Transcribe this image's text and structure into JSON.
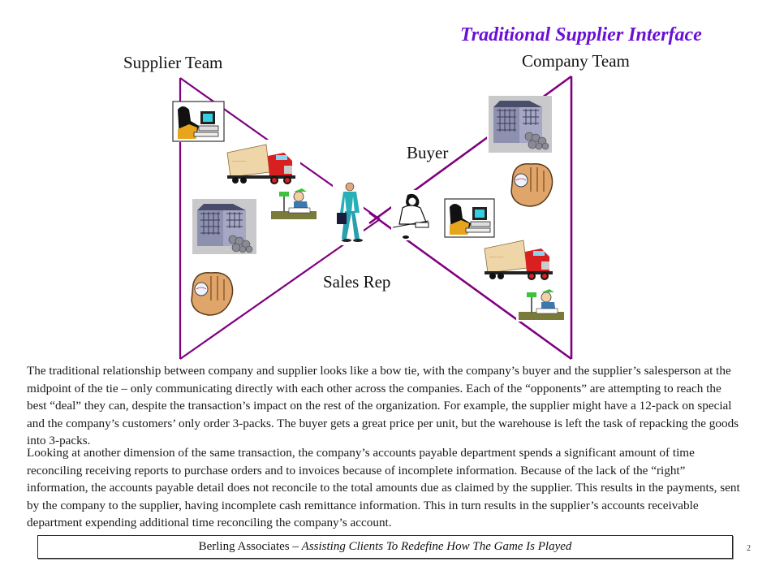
{
  "slide": {
    "title": "Traditional Supplier Interface",
    "title_color": "#6a0fd6",
    "line_color": "#800080",
    "labels": {
      "supplier_team": "Supplier Team",
      "company_team": "Company Team",
      "buyer": "Buyer",
      "sales_rep": "Sales Rep"
    },
    "supplier_side_icons": [
      "computer-worker-icon",
      "delivery-truck-icon",
      "warehouse-building-icon",
      "accountant-desk-icon",
      "baseball-glove-icon",
      "salesman-briefcase-icon"
    ],
    "company_side_icons": [
      "buyer-writing-icon",
      "warehouse-building-icon",
      "baseball-glove-icon",
      "computer-worker-icon",
      "delivery-truck-icon",
      "accountant-desk-icon"
    ]
  },
  "body": {
    "paragraph_1": "The traditional relationship between company and supplier looks like a bow tie, with the company’s buyer and the supplier’s salesperson at the midpoint of the tie – only communicating directly with each other across the companies.  Each of the “opponents” are attempting to reach the best “deal” they can, despite the transaction’s impact on the rest of the organization.  For example, the supplier might have a 12-pack on special and the company’s customers’ only order 3-packs.  The buyer gets a great price per unit, but the warehouse is left the task of repacking the goods into 3-packs.",
    "paragraph_2": "Looking at another dimension of the same transaction, the company’s accounts payable department spends a significant amount of time reconciling receiving reports to purchase orders and to invoices because of incomplete information.  Because of the lack of the “right” information, the accounts payable detail does not reconcile to the total amounts due as claimed by the supplier.  This results in the payments, sent by the company to the supplier, having incomplete cash remittance information.  This in turn results in the supplier’s accounts receivable department expending additional time reconciling the company’s account."
  },
  "footer": {
    "company": "Berling Associates – ",
    "tagline": "Assisting Clients To Redefine How The Game Is Played",
    "page_number": "2"
  }
}
